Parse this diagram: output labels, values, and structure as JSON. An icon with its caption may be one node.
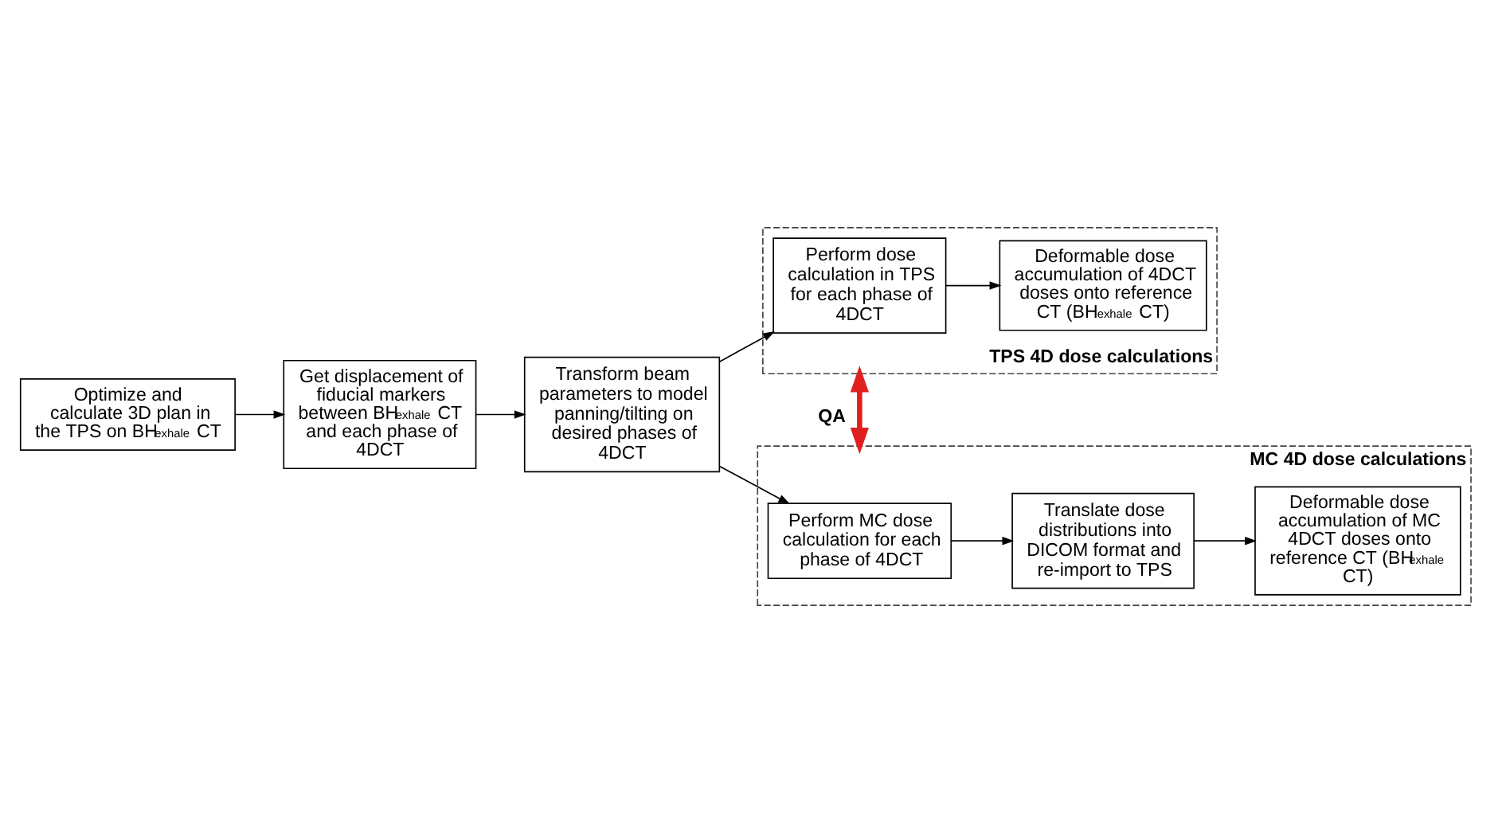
{
  "diagram": {
    "nodes": [
      {
        "text": [
          "Optimize and calculate 3D plan in the TPS on BH$_{exhale}$ CT"
        ]
      },
      {
        "text": [
          "Get displacement of fiducial markers between BH$_{exhale}$ CT and each phase of 4DCT"
        ]
      },
      {
        "text": [
          "Transform beam parameters to model panning/tilting on desired phases of 4DCT"
        ]
      },
      {
        "text": [
          "TPS 4D dose calculations"
        ]
      },
      {
        "text": [
          "Perform dose calculation in TPS for each phase of 4DCT"
        ],
        "in": 3
      },
      {
        "text": [
          "Deformable dose accumulation of 4DCT doses onto reference CT (BH$_{exhale}$ CT)"
        ],
        "in": 3
      },
      {
        "text": [
          "MC 4D dose calculations"
        ]
      },
      {
        "text": [
          "Perform MC dose calculation for each phase of 4DCT"
        ],
        "in": 6
      },
      {
        "text": [
          "Translate dose distributions into DICOM format and re-import to TPS"
        ],
        "in": 6
      },
      {
        "text": [
          "Deformable dose accumulation of MC 4DCT doses onto reference CT (BH$_{exhale}$ CT)"
        ],
        "in": 6
      }
    ],
    "edges": [
      {
        "from": 0,
        "to": 1,
        "arrow": "to"
      },
      {
        "from": 1,
        "to": 2,
        "arrow": "to"
      },
      {
        "from": 2,
        "to": 4,
        "arrow": "to"
      },
      {
        "from": 4,
        "to": 5,
        "arrow": "to"
      },
      {
        "from": 2,
        "to": 7,
        "arrow": "to"
      },
      {
        "from": 7,
        "to": 8,
        "arrow": "to"
      },
      {
        "from": 8,
        "to": 9,
        "arrow": "to"
      },
      {
        "from": 3,
        "to": 6,
        "arrow": "both",
        "label": "QA",
        "style": "thick",
        "color": "#e02020"
      }
    ]
  }
}
